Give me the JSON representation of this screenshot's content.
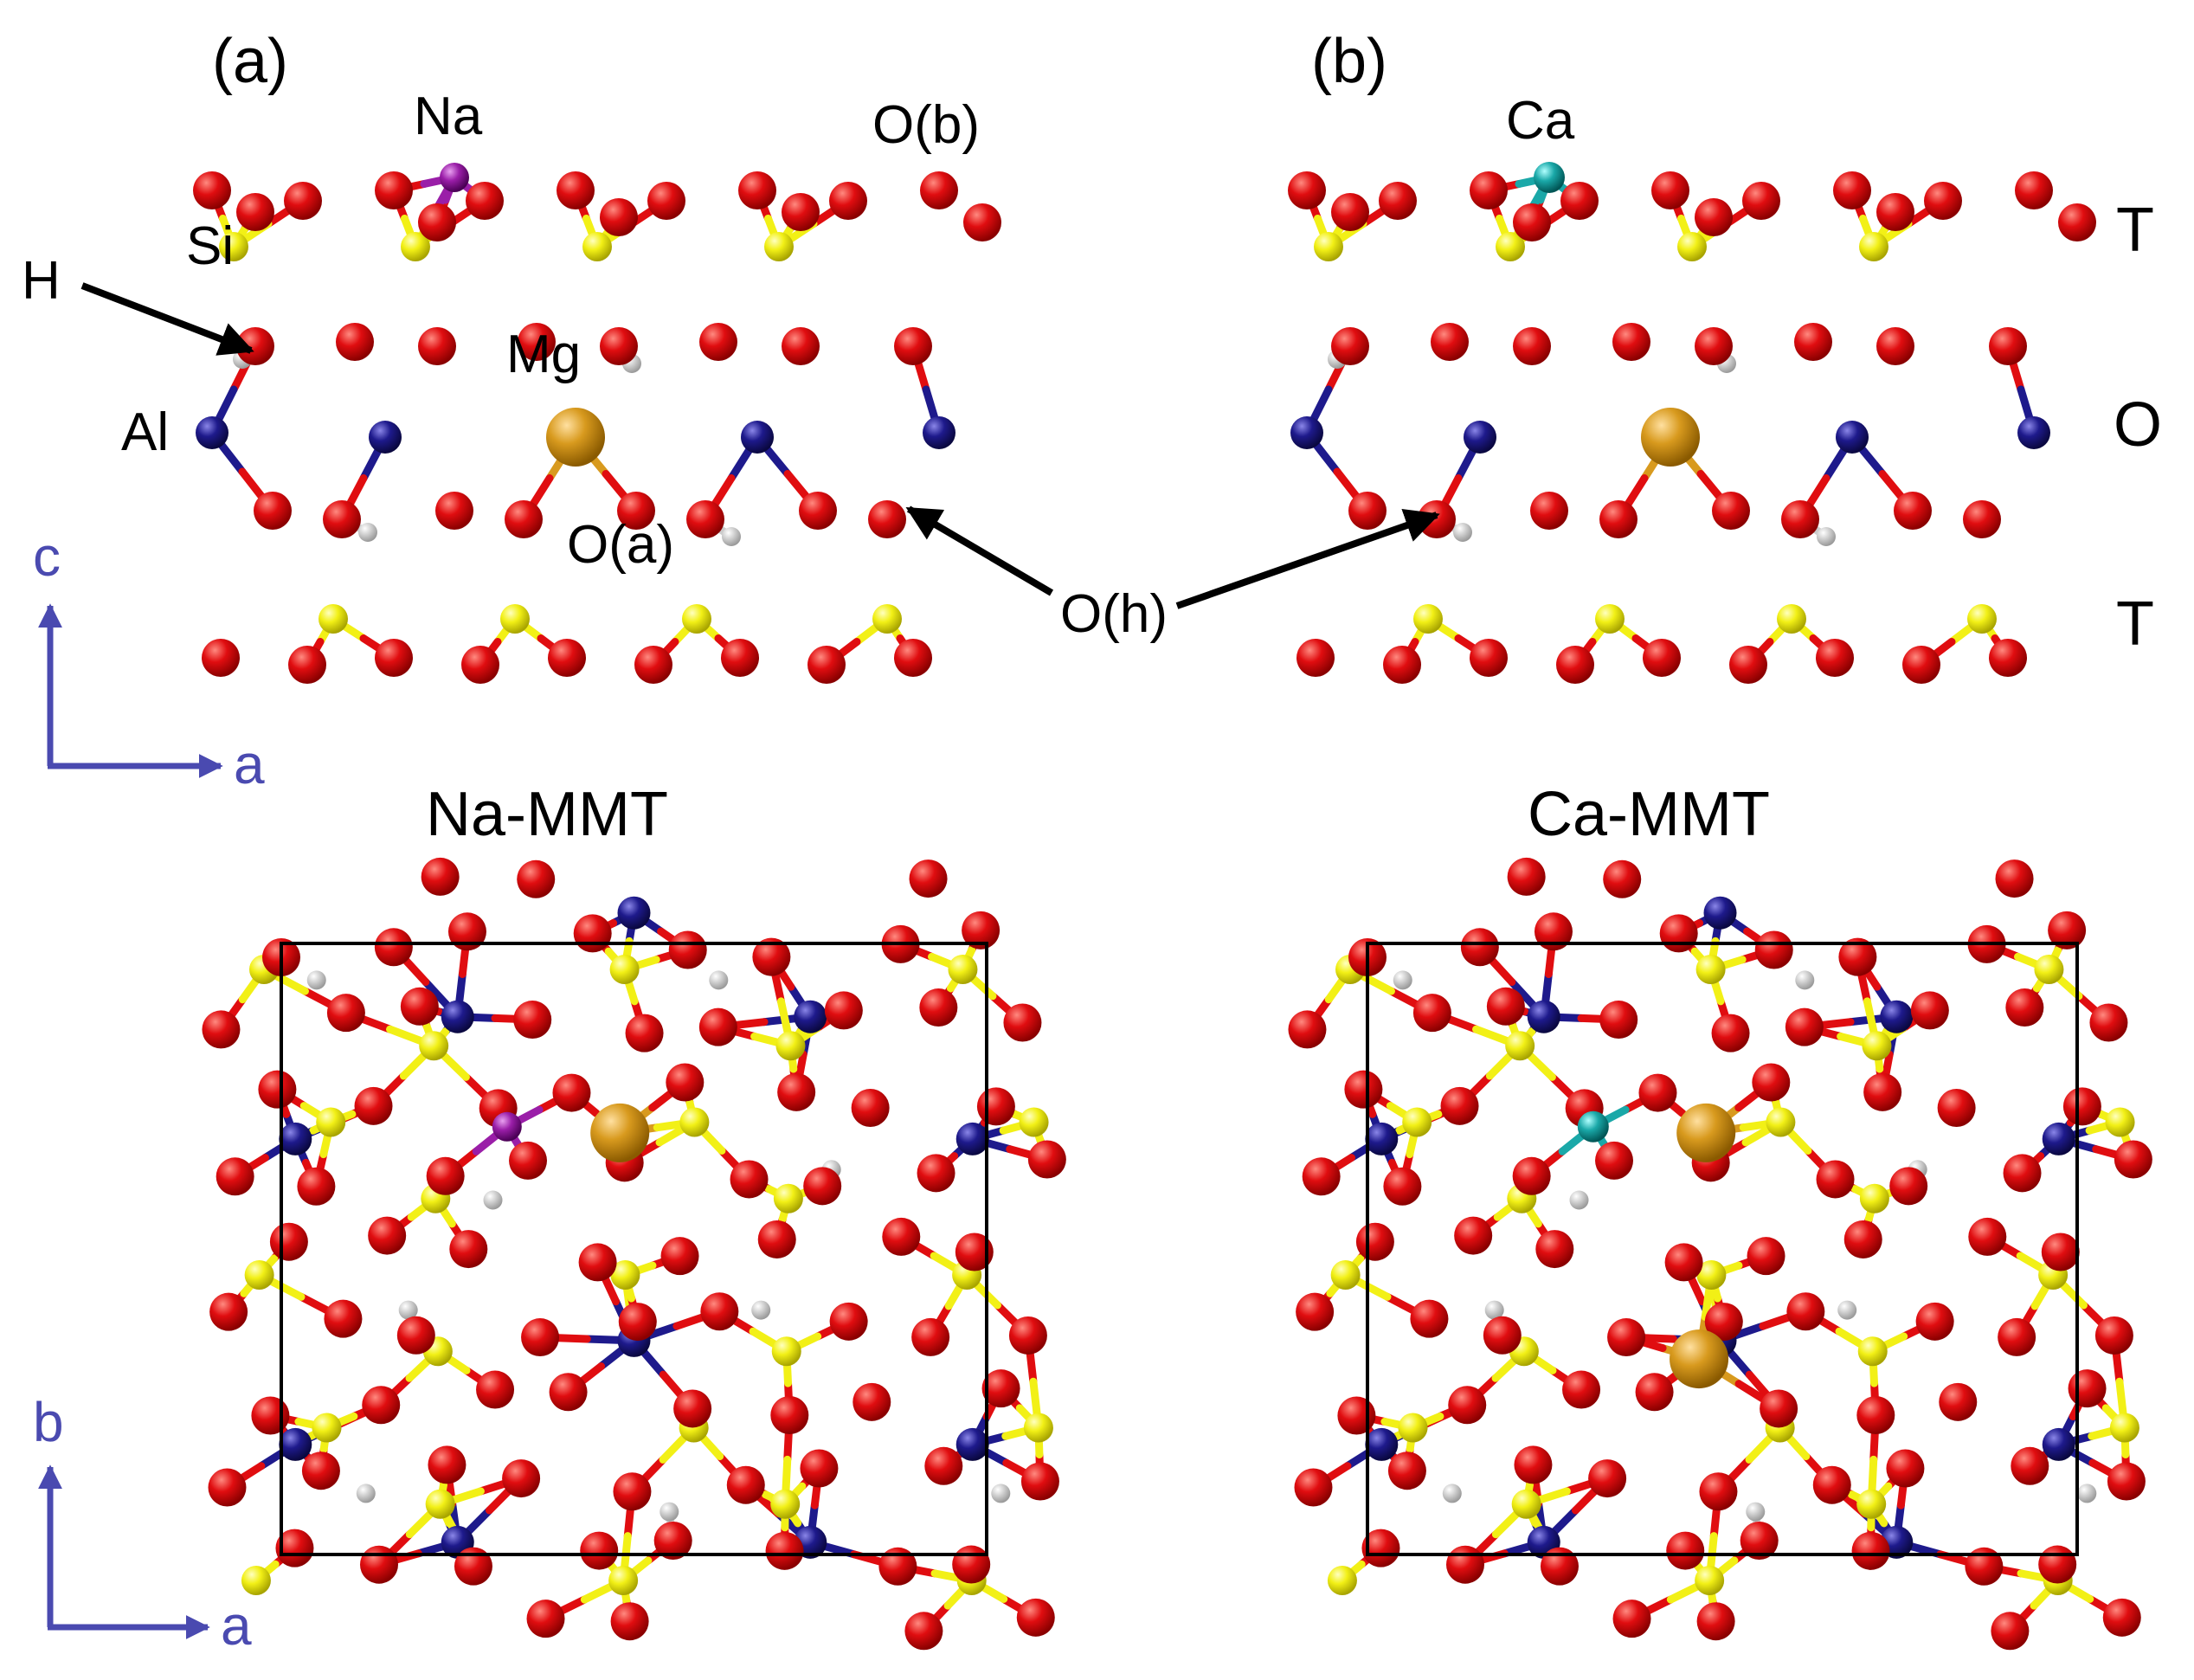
{
  "panels": {
    "a": {
      "letter": "(a)",
      "name": "Na-MMT",
      "cation": "Na"
    },
    "b": {
      "letter": "(b)",
      "name": "Ca-MMT",
      "cation": "Ca"
    }
  },
  "labels": {
    "si": "Si",
    "h": "H",
    "al": "Al",
    "mg": "Mg",
    "ob": "O(b)",
    "oa": "O(a)",
    "oh": "O(h)"
  },
  "layers": {
    "top": "T",
    "mid": "O",
    "bottom": "T"
  },
  "axes": {
    "c": "c",
    "a1": "a",
    "b": "b",
    "a2": "a"
  },
  "colors": {
    "oxygen": "#e00d10",
    "silicon": "#f2f016",
    "aluminum": "#1e1a8c",
    "magnesium": "#d89a1e",
    "hydrogen": "#e8e8e8",
    "sodium": "#9a1ea8",
    "calcium": "#1aa8a8",
    "axis": "#4a4ab0"
  }
}
